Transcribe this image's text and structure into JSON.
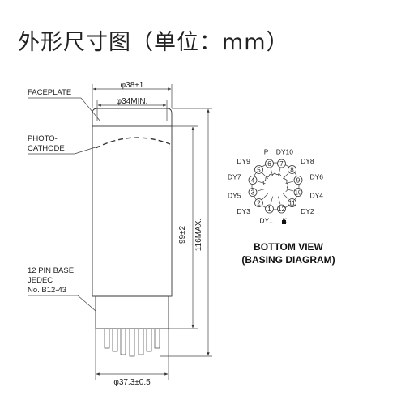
{
  "title": "外形尺寸图（单位：mm）",
  "outline": {
    "dim_diameter_max": "φ38±1",
    "dim_photocathode_min": "φ34MIN.",
    "dim_base_diameter": "φ37.3±0.5",
    "dim_height_99": "99±2",
    "dim_height_116": "116MAX.",
    "label_faceplate": "FACEPLATE",
    "label_photocathode_1": "PHOTO-",
    "label_photocathode_2": "CATHODE",
    "label_base_1": "12 PIN BASE",
    "label_base_2": "JEDEC",
    "label_base_3": "No. B12-43"
  },
  "basing": {
    "caption_1": "BOTTOM VIEW",
    "caption_2": "(BASING DIAGRAM)",
    "pins": [
      {
        "num": "1",
        "name": "DY1"
      },
      {
        "num": "2",
        "name": "DY3"
      },
      {
        "num": "3",
        "name": "DY5"
      },
      {
        "num": "4",
        "name": "DY7"
      },
      {
        "num": "5",
        "name": "DY9"
      },
      {
        "num": "6",
        "name": "P"
      },
      {
        "num": "7",
        "name": "DY10"
      },
      {
        "num": "8",
        "name": "DY8"
      },
      {
        "num": "9",
        "name": "DY6"
      },
      {
        "num": "10",
        "name": "DY4"
      },
      {
        "num": "11",
        "name": "DY2"
      },
      {
        "num": "12",
        "name": "K"
      }
    ]
  }
}
